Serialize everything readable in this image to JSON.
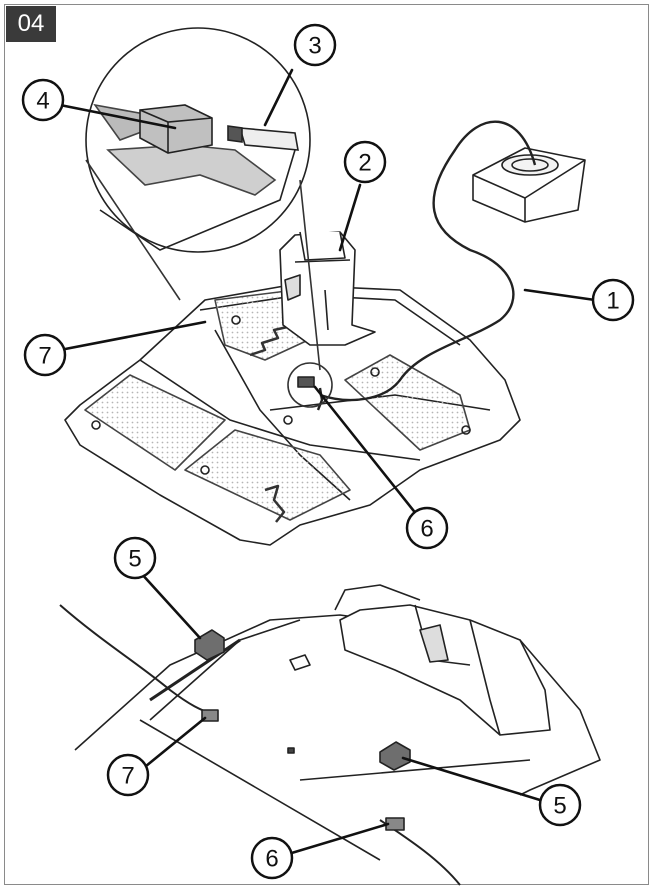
{
  "step": "04",
  "callouts": {
    "c1": "1",
    "c2": "2",
    "c3": "3",
    "c4": "4",
    "c5a": "5",
    "c5b": "5",
    "c6a": "6",
    "c6b": "6",
    "c7a": "7",
    "c7b": "7"
  },
  "colors": {
    "line": "#222222",
    "dots": "#bdbdbd",
    "tag_bg": "#3a3a3a",
    "pad": "#6e6e6e"
  }
}
